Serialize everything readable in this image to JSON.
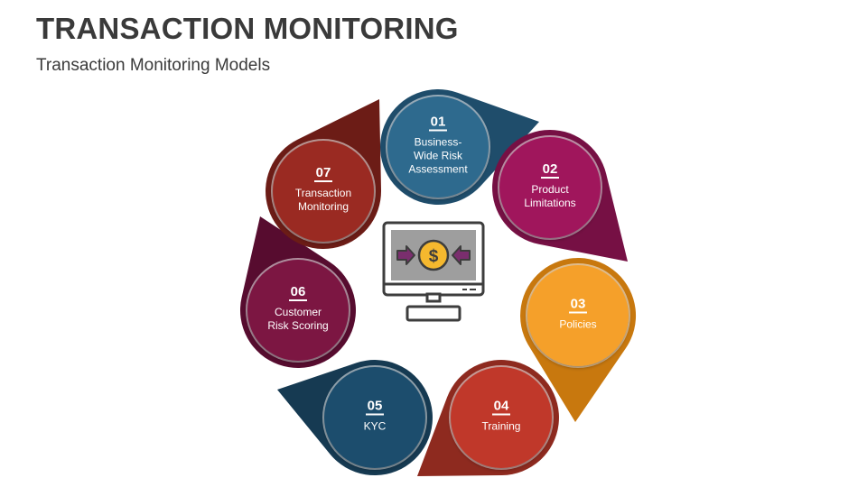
{
  "header": {
    "title": "TRANSACTION MONITORING",
    "subtitle": "Transaction Monitoring Models"
  },
  "center": {
    "icon": "monitor-dollar-exchange-icon",
    "currency_symbol": "$"
  },
  "steps": [
    {
      "number": "01",
      "lines": [
        "Business-",
        "Wide Risk",
        "Assessment"
      ],
      "color": "#2e6a8e",
      "dark": "#1f4d6b"
    },
    {
      "number": "02",
      "lines": [
        "Product",
        "Limitations"
      ],
      "color": "#a0185c",
      "dark": "#761044"
    },
    {
      "number": "03",
      "lines": [
        "Policies"
      ],
      "color": "#f5a029",
      "dark": "#c8780e"
    },
    {
      "number": "04",
      "lines": [
        "Training"
      ],
      "color": "#c0392b",
      "dark": "#8e2a1f"
    },
    {
      "number": "05",
      "lines": [
        "KYC"
      ],
      "color": "#1f4e6d",
      "dark": "#163a52"
    },
    {
      "number": "06",
      "lines": [
        "Customer",
        "Risk Scoring"
      ],
      "color": "#7b1343",
      "dark": "#570c2f"
    },
    {
      "number": "07",
      "lines": [
        "Transaction",
        "Monitoring"
      ],
      "color": "#9a2c24",
      "dark": "#6c1c16"
    }
  ]
}
